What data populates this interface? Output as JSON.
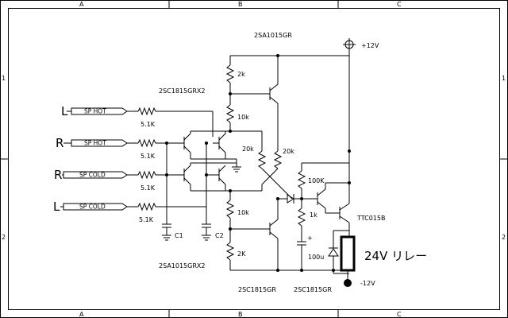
{
  "grid": {
    "columns": [
      "A",
      "B",
      "C"
    ],
    "rows": [
      "1",
      "2"
    ]
  },
  "rails": {
    "positive": "+12V",
    "negative": "-12V"
  },
  "inputs": [
    {
      "channel": "L",
      "tag": "SP HOT",
      "resistor": "5.1K"
    },
    {
      "channel": "R",
      "tag": "SP HOT",
      "resistor": "5.1K"
    },
    {
      "channel": "R",
      "tag": "SP COLD",
      "resistor": "5.1K"
    },
    {
      "channel": "L",
      "tag": "SP COLD",
      "resistor": "5.1K"
    }
  ],
  "parts": {
    "q_upper": "2SA1015GR",
    "q_input_npn": "2SC1815GRX2",
    "q_input_pnp": "2SA1015GRX2",
    "q_lower_left": "2SC1815GR",
    "q_lower_right": "2SC1815GR",
    "q_driver": "TTC015B",
    "r_2k": "2k",
    "r_10k_top": "10k",
    "r_10k_bottom": "10k",
    "r_2k_bottom": "2K",
    "r_20k_left": "20k",
    "r_20k_right": "20k",
    "r_100k": "100K",
    "r_1k": "1k",
    "c_100u": "100u",
    "c1": "C1",
    "c2": "C2",
    "relay": "24V リレー"
  }
}
